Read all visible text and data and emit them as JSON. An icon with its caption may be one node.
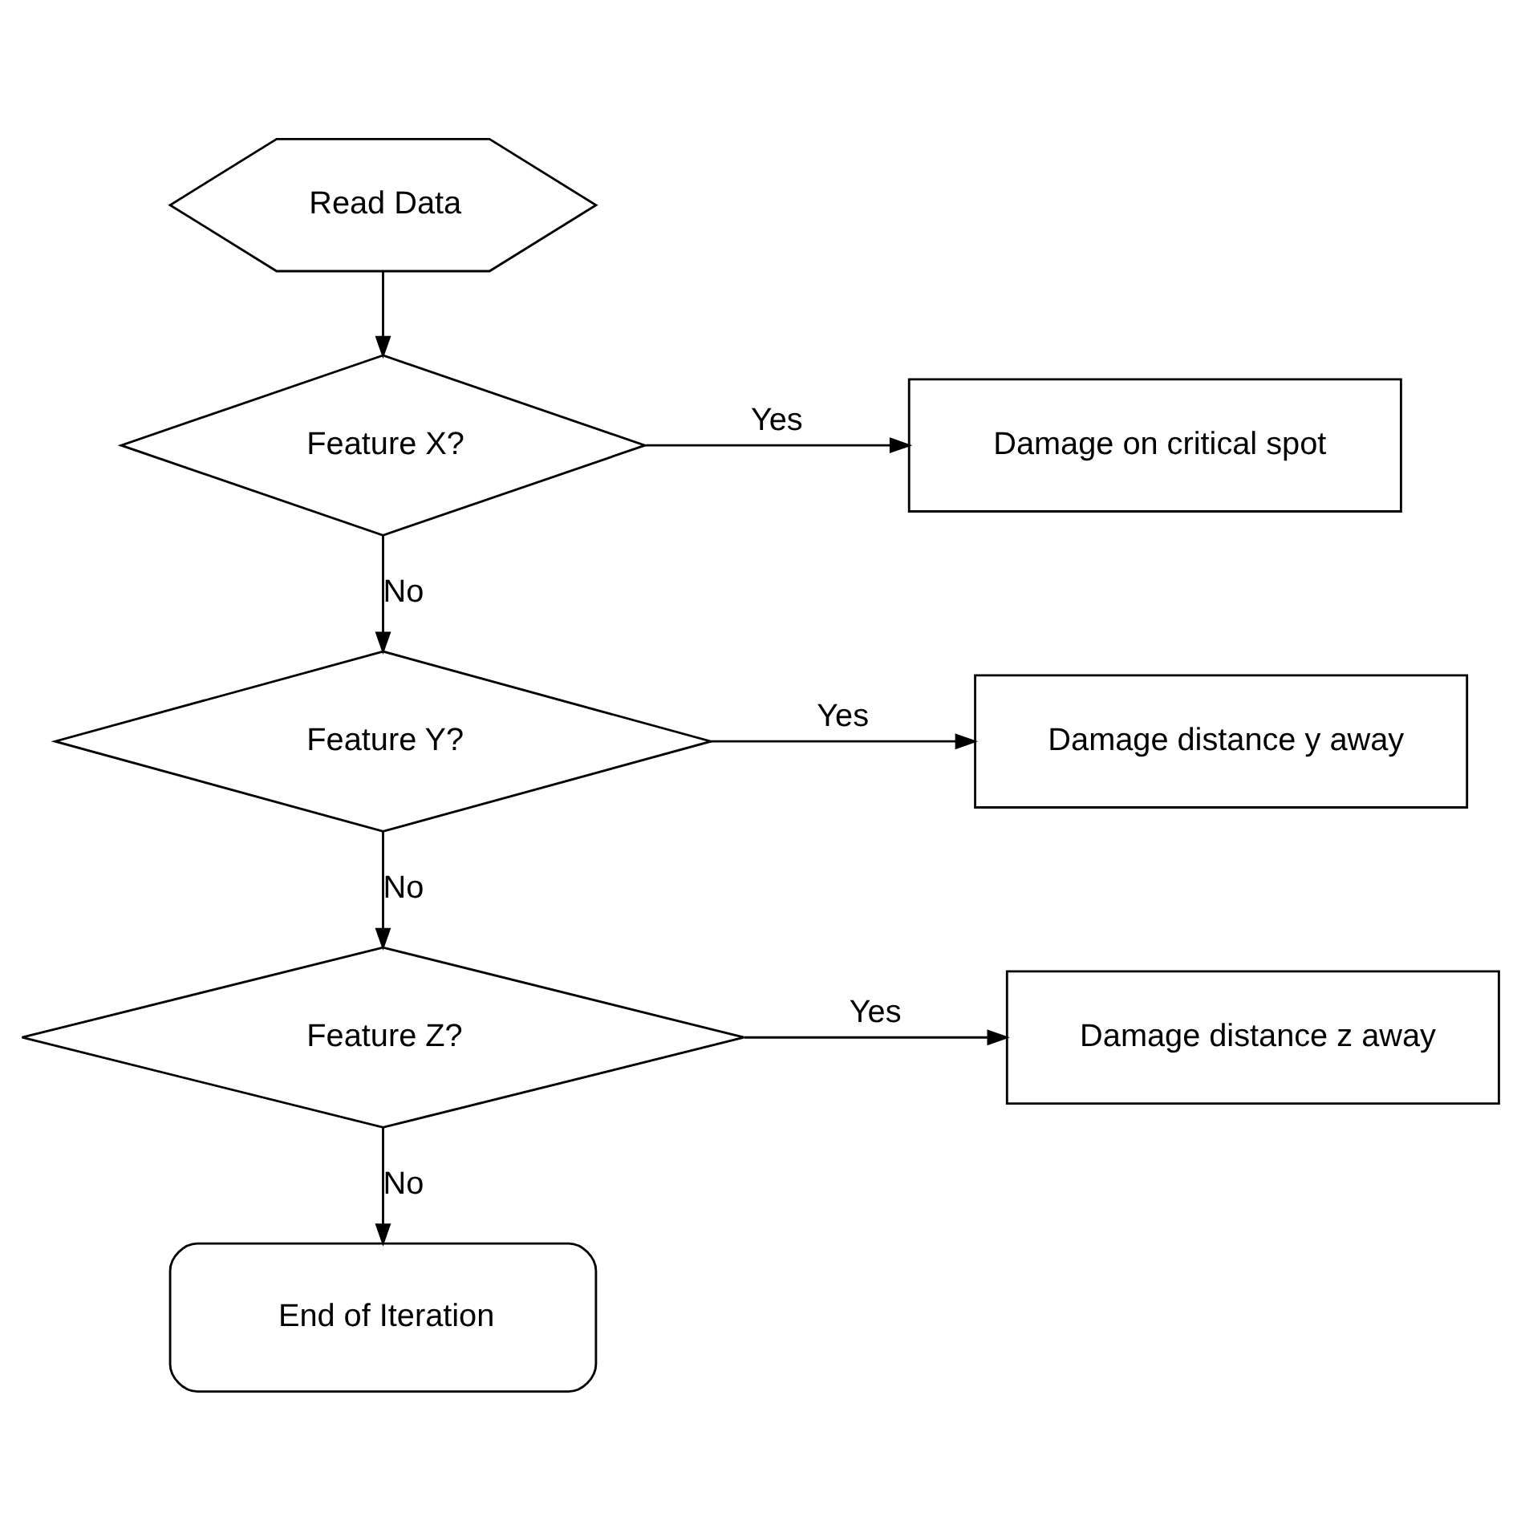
{
  "diagram": {
    "nodes": [
      {
        "text": [
          "Read Data"
        ]
      },
      {
        "text": [
          "Feature X?"
        ]
      },
      {
        "text": [
          "Damage on critical spot"
        ]
      },
      {
        "text": [
          "Feature Y?"
        ]
      },
      {
        "text": [
          "Damage distance y away"
        ]
      },
      {
        "text": [
          "Feature Z?"
        ]
      },
      {
        "text": [
          "Damage distance z away"
        ]
      },
      {
        "text": [
          "End of Iteration"
        ]
      }
    ],
    "edges": [
      {
        "from": 0,
        "to": 1,
        "arrow": "to"
      },
      {
        "from": 1,
        "to": 2,
        "arrow": "to",
        "label": "Yes"
      },
      {
        "from": 1,
        "to": 3,
        "arrow": "to",
        "label": "No"
      },
      {
        "from": 3,
        "to": 4,
        "arrow": "to",
        "label": "Yes"
      },
      {
        "from": 3,
        "to": 5,
        "arrow": "to",
        "label": "No"
      },
      {
        "from": 5,
        "to": 6,
        "arrow": "to",
        "label": "Yes"
      },
      {
        "from": 5,
        "to": 7,
        "arrow": "to",
        "label": "No"
      }
    ]
  }
}
